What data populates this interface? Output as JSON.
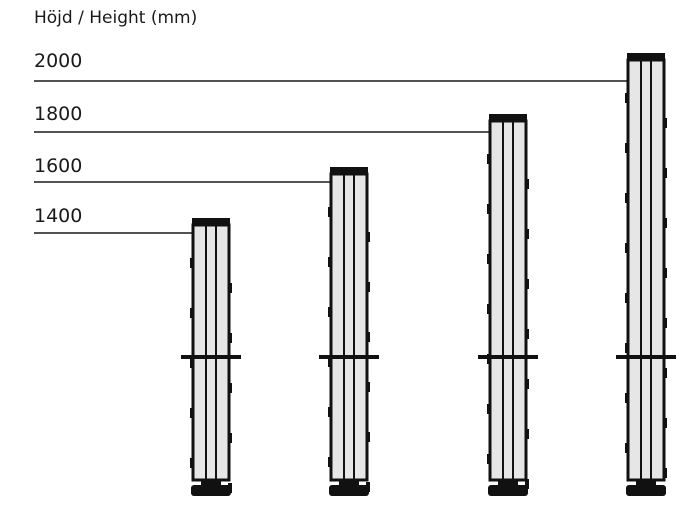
{
  "title": "Höjd / Height (mm)",
  "unit": "mm",
  "columns": [
    {
      "height_label": "2000",
      "height": 2000
    },
    {
      "height_label": "1800",
      "height": 1800
    },
    {
      "height_label": "1600",
      "height": 1600
    },
    {
      "height_label": "1400",
      "height": 1400
    }
  ],
  "colors": {
    "line": "#1a1a1a",
    "post_fill": "#e6e6e6",
    "post_edge": "#111111"
  }
}
